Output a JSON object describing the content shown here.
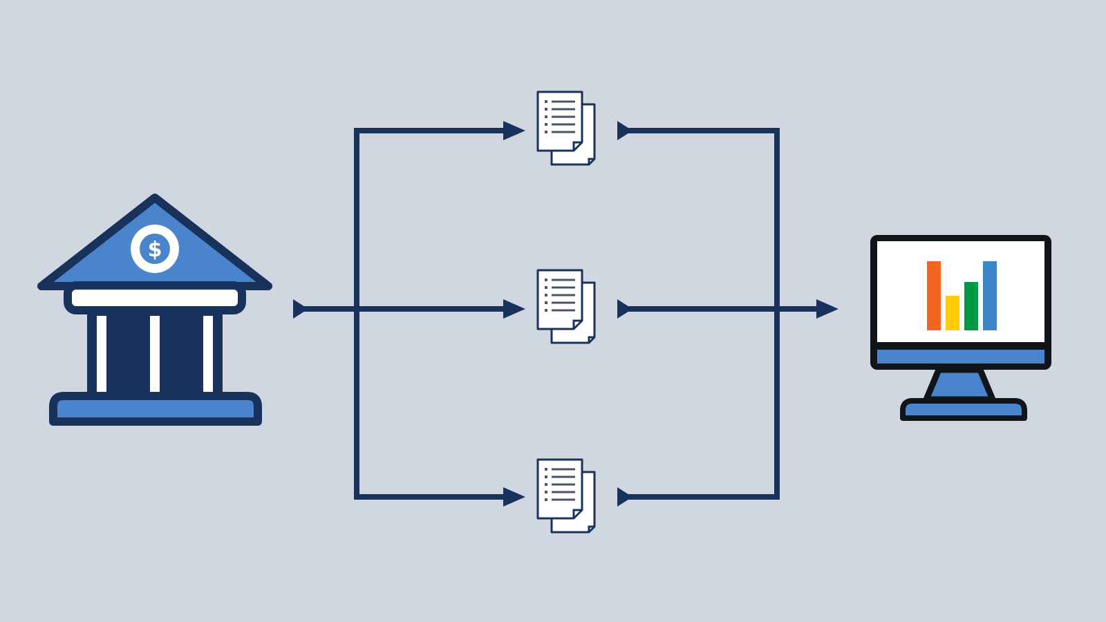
{
  "diagram": {
    "background": "#d0d7e0",
    "colors": {
      "line": "#18325c",
      "accent_blue": "#4a84cc",
      "white": "#ffffff",
      "monitor_frame": "#111418"
    },
    "nodes": [
      {
        "id": "bank",
        "icon": "bank-icon",
        "symbol": "$"
      },
      {
        "id": "doc-top",
        "icon": "document-stack-icon"
      },
      {
        "id": "doc-middle",
        "icon": "document-stack-icon"
      },
      {
        "id": "doc-bottom",
        "icon": "document-stack-icon"
      },
      {
        "id": "monitor",
        "icon": "monitor-bar-chart-icon"
      }
    ],
    "chart_bar_colors": [
      "#f26522",
      "#ffcb05",
      "#009a44",
      "#3a86c8"
    ],
    "chart_bar_levels": [
      1.0,
      0.5,
      0.7,
      1.0
    ]
  }
}
